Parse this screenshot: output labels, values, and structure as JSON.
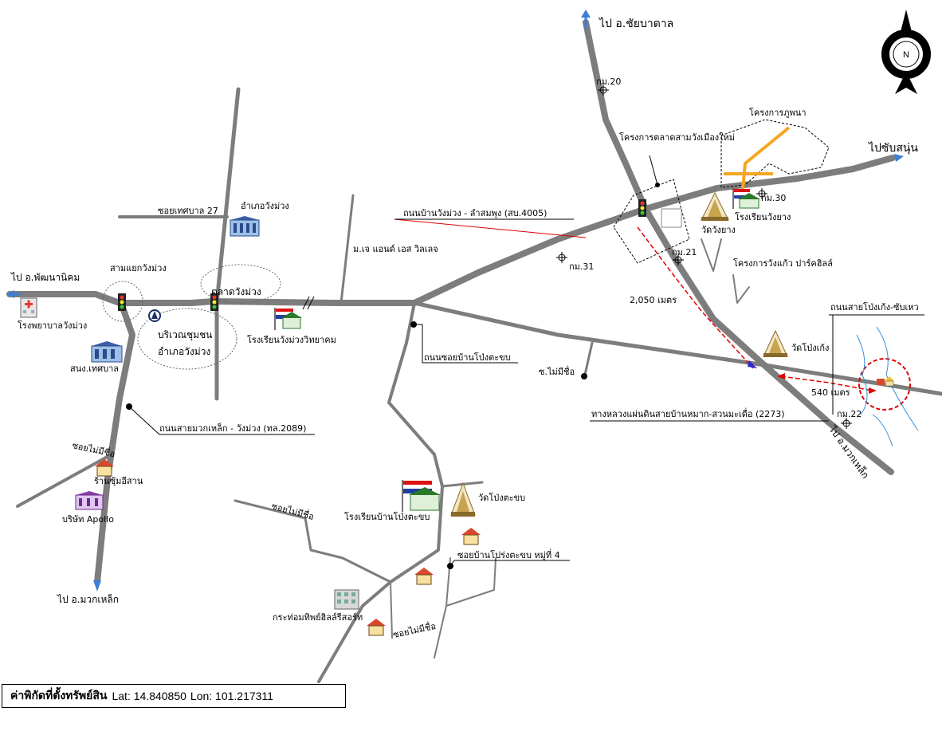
{
  "north_label": "N",
  "directions": {
    "to_chaibadan": "ไป อ.ชัยบาดาล",
    "to_chapsanun": "ไปซับสนุ่น",
    "to_phatthananikhom": "ไป อ.พัฒนานิคม",
    "to_muakklek_bottom": "ไป อ.มวกเหล็ก",
    "to_muakklek_right": "ไป อ.มวกเหล็ก"
  },
  "km_markers": [
    "กม.20",
    "กม.30",
    "กม.21",
    "กม.31",
    "กม.22"
  ],
  "distances": [
    "2,050 เมตร",
    "540 เมตร"
  ],
  "roads": {
    "road_4005": "ถนนบ้านวังม่วง - ลำสมพุง (สบ.4005)",
    "road_2089": "ถนนสายมวกเหล็ก - วังม่วง (ทล.2089)",
    "road_2273": "ทางหลวงแผ่นดินสายบ้านหมาก-สวนมะเดื่อ (2273)",
    "road_pongkeng": "ถนนสายโป่งเก้ง-ซับเหว",
    "road_pongtakhop": "ถนนซอยบ้านโป่งตะขบ",
    "soi_thetsaban27": "ซอยเทศบาล 27",
    "soi_nameless_1": "ซ.ไม่มีชื่อ",
    "soi_nameless_2": "ซอยไม่มีชื่อ",
    "soi_nameless_3": "ซอยไม่มีชื่อ",
    "soi_nameless_4": "ซอยไม่มีชื่อ",
    "soi_moo4": "ซอยบ้านโปร่งตะขบ หมู่ที่ 4"
  },
  "places": {
    "market_project": "โครงการตลาดสามวังเมืองใหม่",
    "phupana_project": "โครงการภูพนา",
    "wangkaew_project": "โครงการวังแก้ว ปาร์คฮิลล์",
    "wat_wangyang": "วัดวังยาง",
    "school_wangyang": "โรงเรียนวังยาง",
    "wat_pongkeng": "วัดโป่งเก้ง",
    "mj_village": "ม.เจ แอนด์ เอส วิลเลจ",
    "amphoe_office": "อำเภอวังม่วง",
    "junction": "สามแยกวังม่วง",
    "market": "ตลาดวังม่วง",
    "community_1": "บริเวณชุมชน",
    "community_2": "อำเภอวังม่วง",
    "school_wittayakhom": "โรงเรียนวังม่วงวิทยาคม",
    "hospital": "โรงพยาบาลวังม่วง",
    "municipality": "สนง.เทศบาล",
    "shop_isan": "ร้านซุ้มอีสาน",
    "apollo": "บริษัท Apollo",
    "school_pongtakhop": "โรงเรียนบ้านโป่งตะขบ",
    "wat_pongtakhop": "วัดโป่งตะขบ",
    "resort": "กระท่อมทิพย์ฮิลล์รีสอร์ท"
  },
  "coords": {
    "label": "ค่าพิกัดที่ตั้งทรัพย์สิน",
    "lat": "Lat: 14.840850",
    "lon": "Lon: 101.217311"
  },
  "colors": {
    "road": "#7d7d7d",
    "route_red": "#e00000",
    "project_orange": "#f5a623",
    "arrow_blue": "#3a7fd5"
  }
}
